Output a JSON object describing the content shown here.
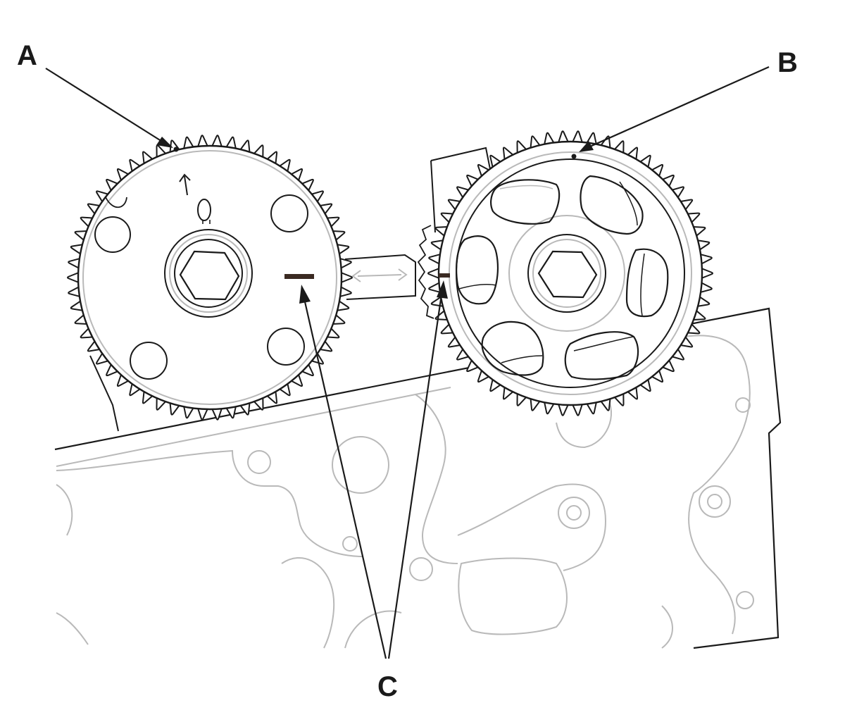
{
  "diagram": {
    "callouts": {
      "a": "A",
      "b": "B",
      "c": "C"
    },
    "colors": {
      "ink": "#1a1a1a",
      "mark": "#3a2a22",
      "light_line": "#b9b9b9"
    },
    "icons": {
      "rotation_arrow": "arrow-up-icon",
      "alignment_arrows": "double-arrow-icon"
    }
  }
}
